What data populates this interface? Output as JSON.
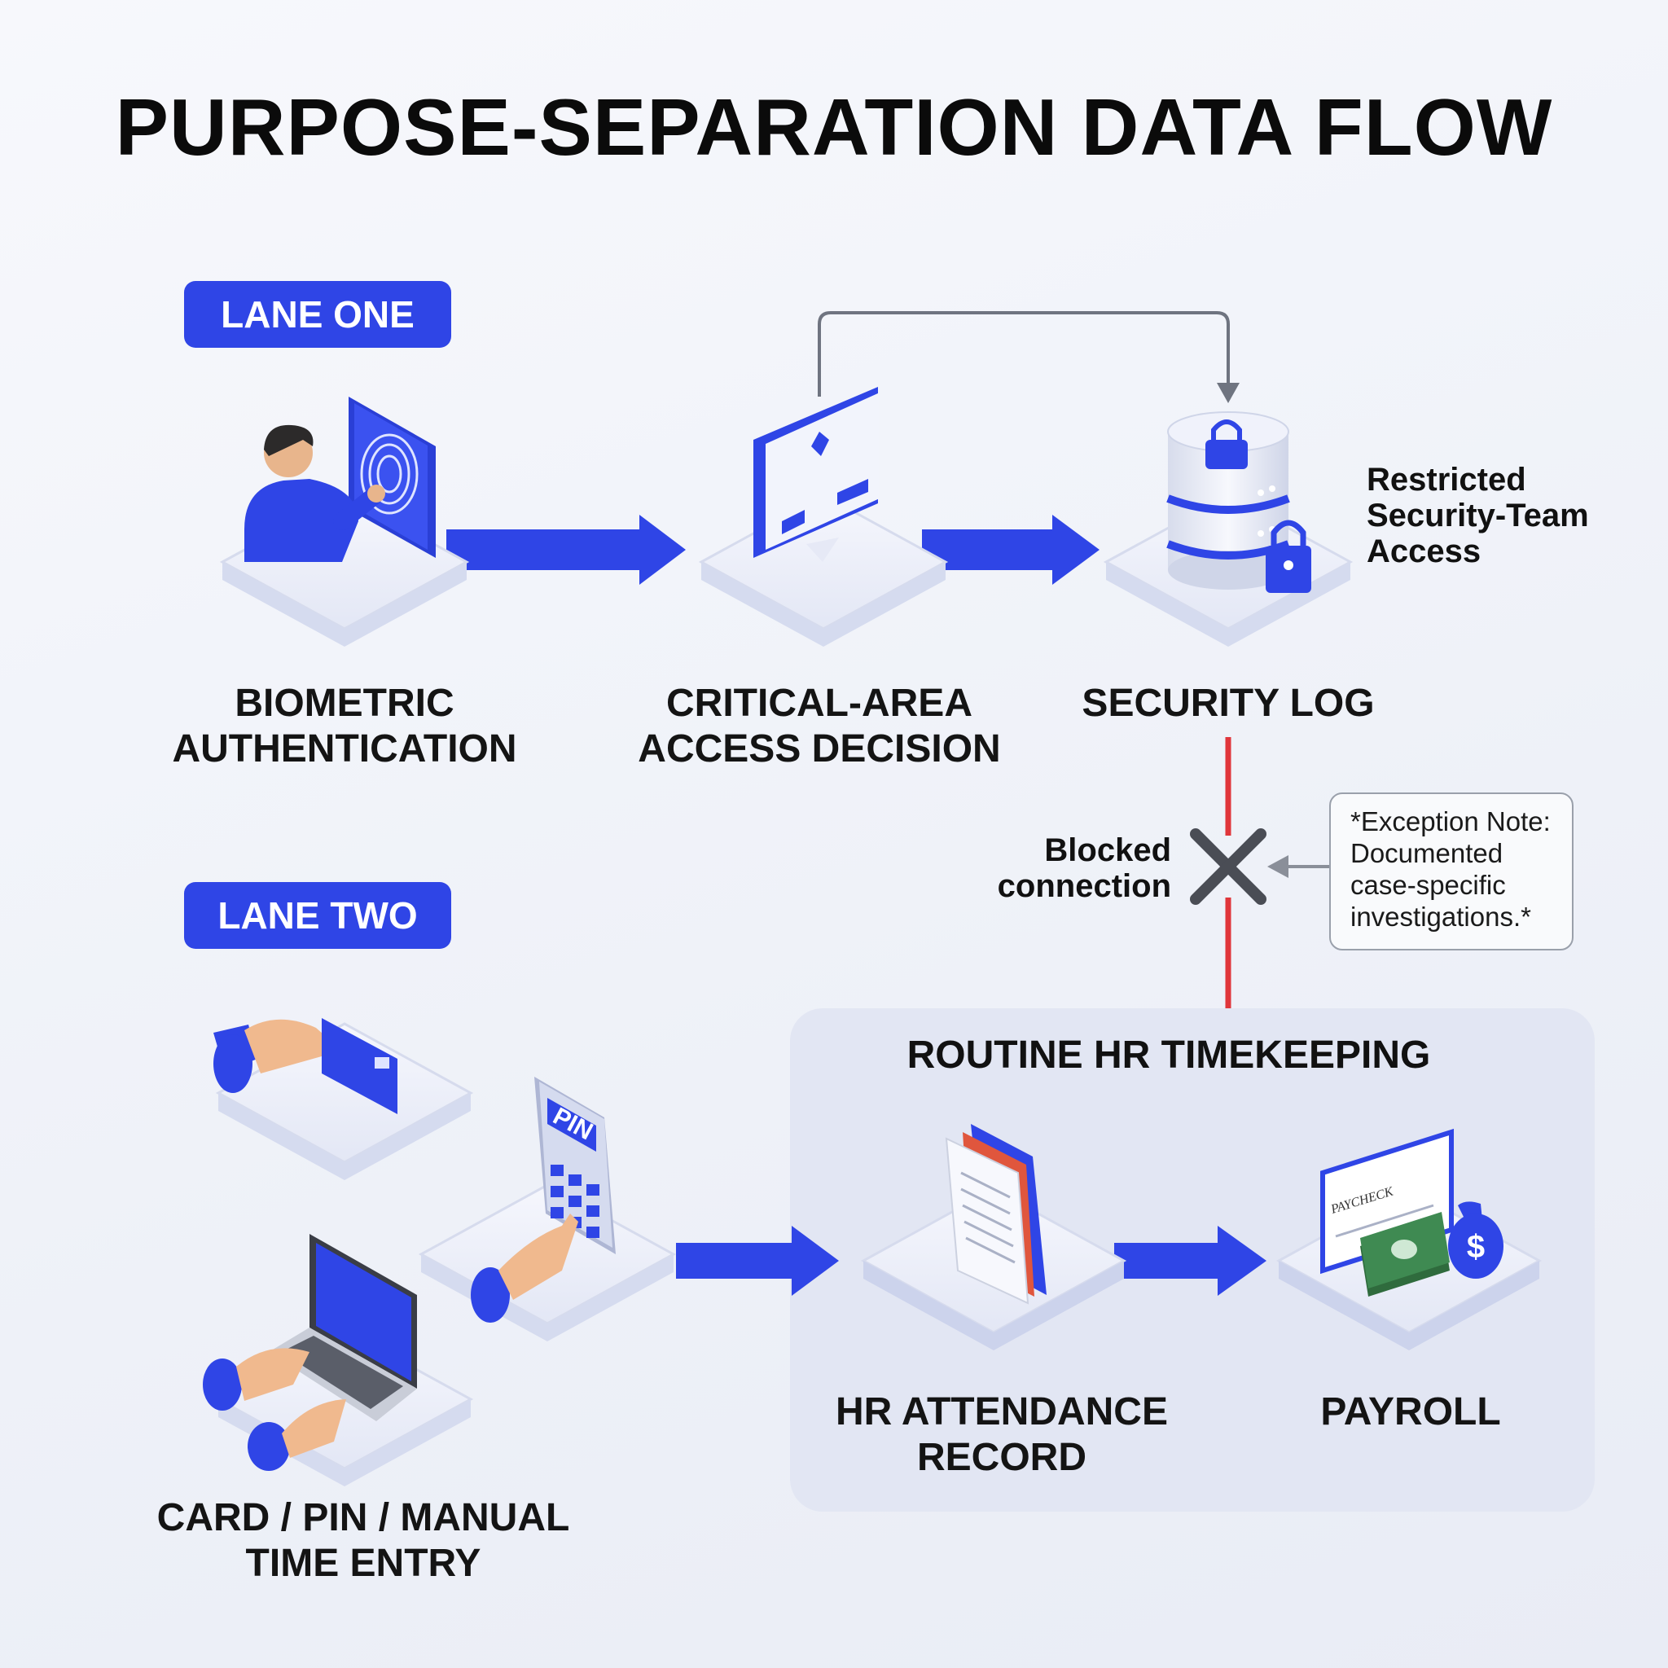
{
  "title": "PURPOSE-SEPARATION DATA FLOW",
  "lanes": {
    "one": "LANE ONE",
    "two": "LANE TWO"
  },
  "nodes": {
    "biometric": [
      "BIOMETRIC",
      "AUTHENTICATION"
    ],
    "access_decision": [
      "CRITICAL-AREA",
      "ACCESS DECISION"
    ],
    "security_log": "SECURITY LOG",
    "time_entry": [
      "CARD / PIN / MANUAL",
      "TIME ENTRY"
    ],
    "hr_attendance": [
      "HR ATTENDANCE",
      "RECORD"
    ],
    "payroll": "PAYROLL"
  },
  "restricted_access": [
    "Restricted",
    "Security-Team",
    "Access"
  ],
  "blocked": [
    "Blocked",
    "connection"
  ],
  "exception_note": [
    "*Exception Note:",
    "Documented",
    "case-specific",
    "investigations.*"
  ],
  "hr_group_title": "ROUTINE HR TIMEKEEPING",
  "icon_text": {
    "pin_keypad": "PIN",
    "paycheck": "PAYCHECK",
    "money_bag": "$"
  },
  "colors": {
    "accent_blue": "#2f45e6",
    "blocked_red": "#e0363b",
    "connector_gray": "#6f7480",
    "platform": "#eef0fa"
  },
  "icons": [
    "person-icon",
    "fingerprint-icon",
    "decision-icon",
    "database-icon",
    "lock-icon",
    "card-icon",
    "keypad-icon",
    "laptop-icon",
    "documents-icon",
    "paycheck-icon",
    "money-bag-icon",
    "x-block-icon"
  ]
}
